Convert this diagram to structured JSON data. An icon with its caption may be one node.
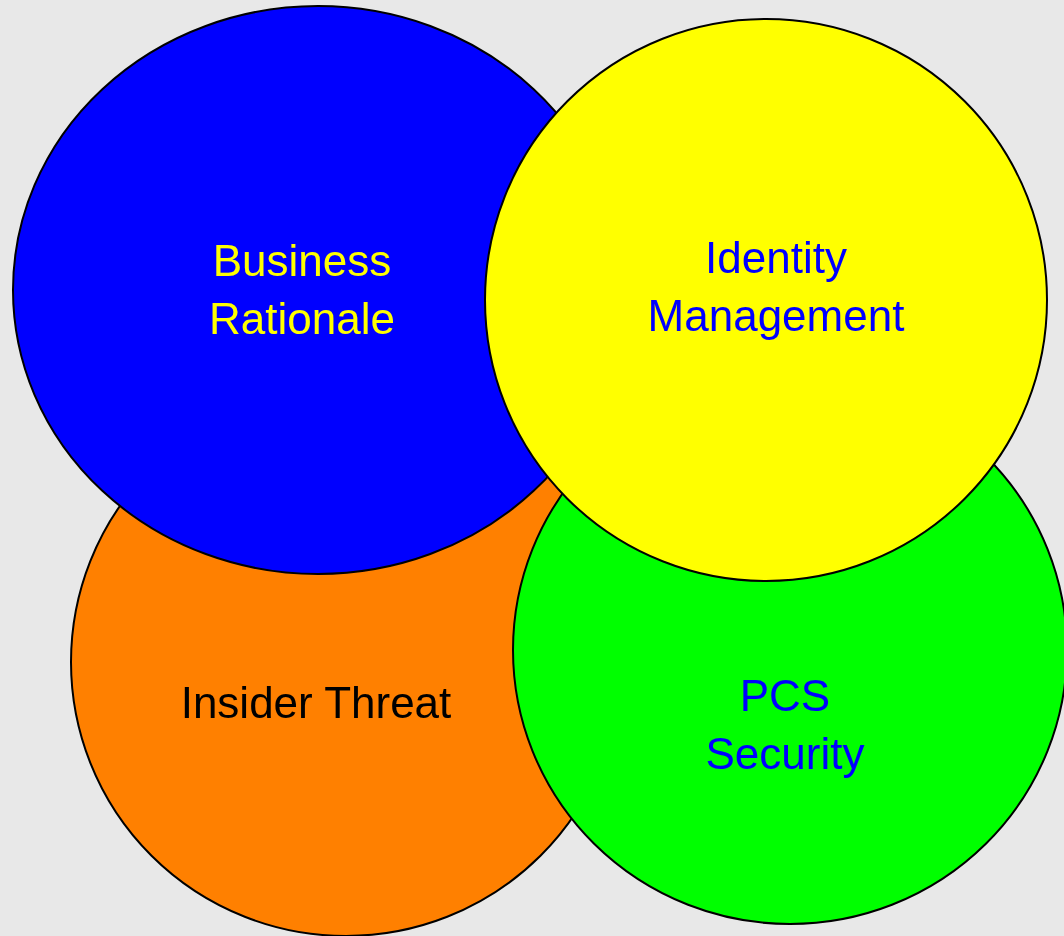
{
  "diagram": {
    "nodes": [
      {
        "text": [
          "Business Rationale"
        ]
      },
      {
        "text": [
          "Identity Management"
        ]
      },
      {
        "text": [
          "Insider Threat"
        ]
      },
      {
        "text": [
          "PCS Security"
        ]
      }
    ],
    "edges": []
  }
}
